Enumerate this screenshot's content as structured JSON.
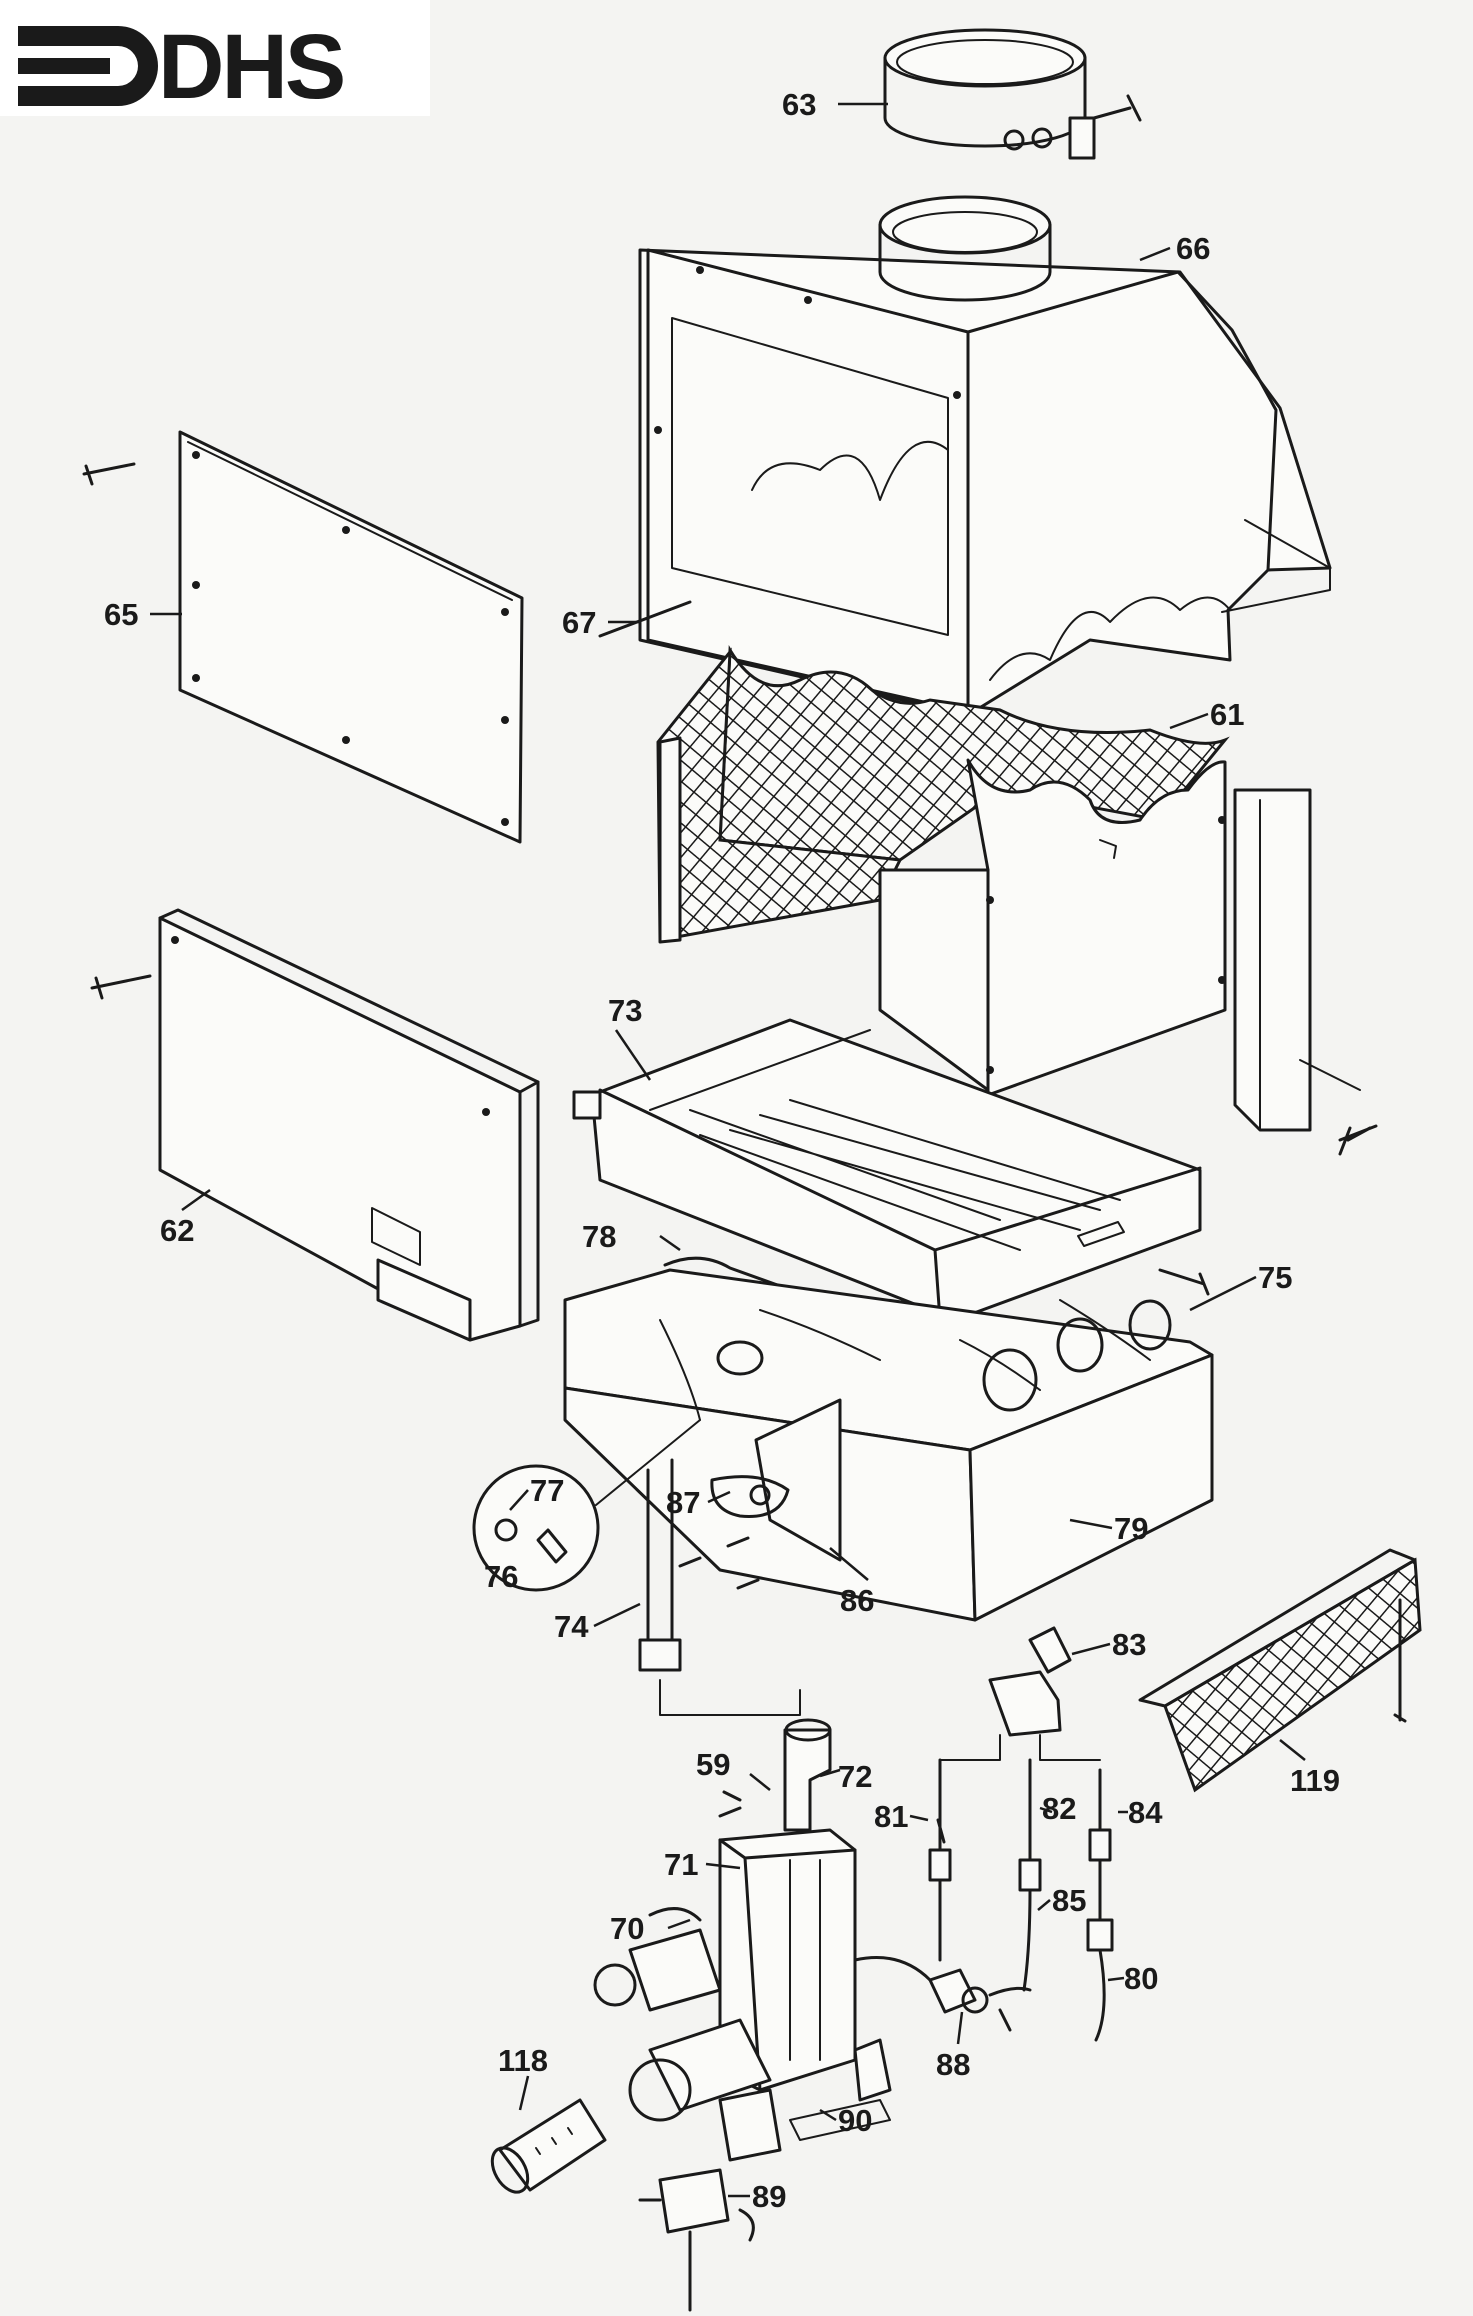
{
  "brand": {
    "name": "DHS"
  },
  "colors": {
    "ink": "#1a1a1a",
    "paper": "#f4f4f2"
  },
  "callouts": [
    {
      "id": "63",
      "label": "63"
    },
    {
      "id": "66",
      "label": "66"
    },
    {
      "id": "65",
      "label": "65"
    },
    {
      "id": "67",
      "label": "67"
    },
    {
      "id": "61",
      "label": "61"
    },
    {
      "id": "73",
      "label": "73"
    },
    {
      "id": "62",
      "label": "62"
    },
    {
      "id": "78",
      "label": "78"
    },
    {
      "id": "75",
      "label": "75"
    },
    {
      "id": "77",
      "label": "77"
    },
    {
      "id": "87",
      "label": "87"
    },
    {
      "id": "79",
      "label": "79"
    },
    {
      "id": "76",
      "label": "76"
    },
    {
      "id": "74",
      "label": "74"
    },
    {
      "id": "86",
      "label": "86"
    },
    {
      "id": "83",
      "label": "83"
    },
    {
      "id": "59",
      "label": "59"
    },
    {
      "id": "72",
      "label": "72"
    },
    {
      "id": "81",
      "label": "81"
    },
    {
      "id": "82",
      "label": "82"
    },
    {
      "id": "84",
      "label": "84"
    },
    {
      "id": "119",
      "label": "119"
    },
    {
      "id": "71",
      "label": "71"
    },
    {
      "id": "85",
      "label": "85"
    },
    {
      "id": "70",
      "label": "70"
    },
    {
      "id": "80",
      "label": "80"
    },
    {
      "id": "88",
      "label": "88"
    },
    {
      "id": "118",
      "label": "118"
    },
    {
      "id": "90",
      "label": "90"
    },
    {
      "id": "89",
      "label": "89"
    }
  ]
}
